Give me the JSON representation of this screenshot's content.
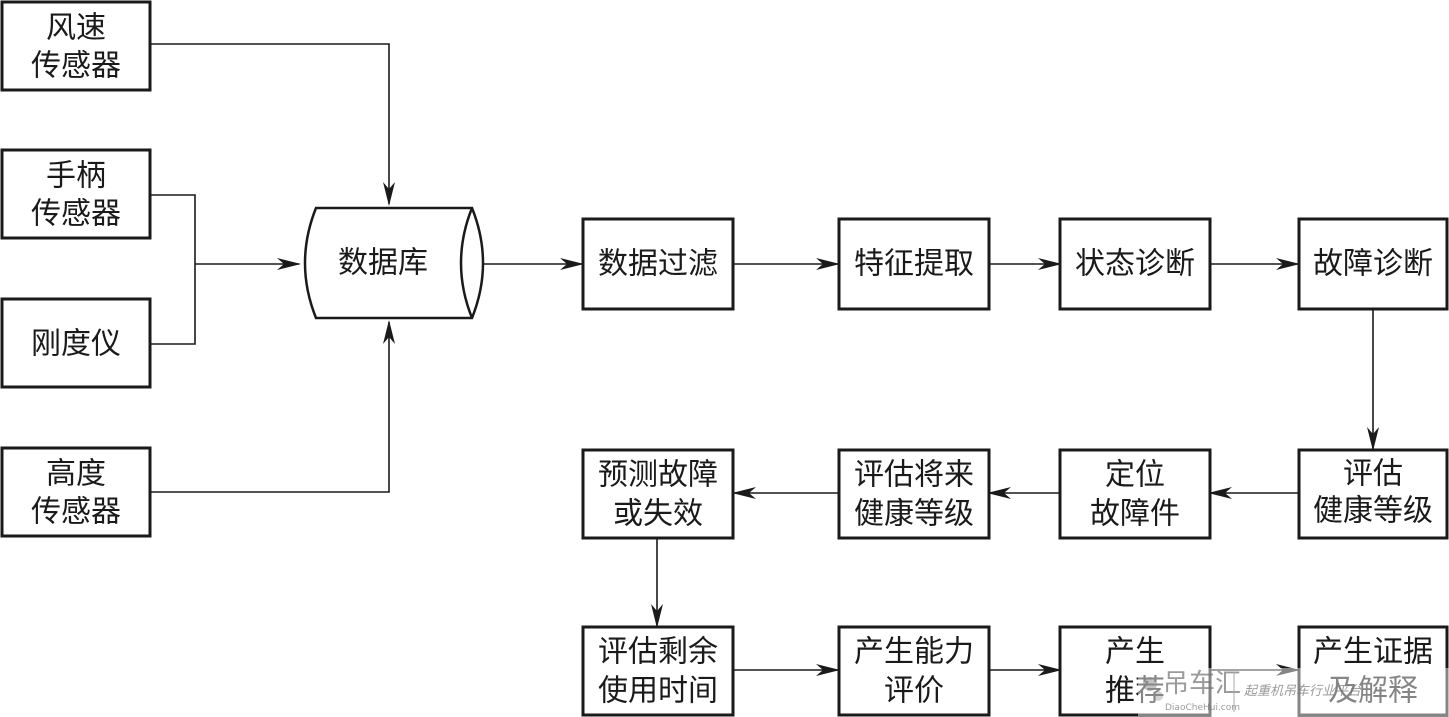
{
  "nodes": {
    "wind_sensor": {
      "lines": [
        "风速",
        "传感器"
      ]
    },
    "handle_sensor": {
      "lines": [
        "手柄",
        "传感器"
      ]
    },
    "stiffness_meter": {
      "lines": [
        "刚度仪"
      ]
    },
    "height_sensor": {
      "lines": [
        "高度",
        "传感器"
      ]
    },
    "database": {
      "lines": [
        "数据库"
      ]
    },
    "data_filter": {
      "lines": [
        "数据过滤"
      ]
    },
    "feature_extract": {
      "lines": [
        "特征提取"
      ]
    },
    "state_diag": {
      "lines": [
        "状态诊断"
      ]
    },
    "fault_diag": {
      "lines": [
        "故障诊断"
      ]
    },
    "eval_health": {
      "lines": [
        "评估",
        "健康等级"
      ]
    },
    "locate_fault": {
      "lines": [
        "定位",
        "故障件"
      ]
    },
    "eval_future": {
      "lines": [
        "评估将来",
        "健康等级"
      ]
    },
    "predict_fault": {
      "lines": [
        "预测故障",
        "或失效"
      ]
    },
    "eval_rul": {
      "lines": [
        "评估剩余",
        "使用时间"
      ]
    },
    "capability_eval": {
      "lines": [
        "产生能力",
        "评价"
      ]
    },
    "recommend": {
      "lines": [
        "产生",
        "推荐"
      ]
    },
    "evidence": {
      "lines": [
        "产生证据",
        "及解释"
      ]
    }
  },
  "edges": [
    {
      "from": "wind_sensor",
      "to": "database"
    },
    {
      "from": "handle_sensor",
      "to": "database"
    },
    {
      "from": "stiffness_meter",
      "to": "database"
    },
    {
      "from": "height_sensor",
      "to": "database"
    },
    {
      "from": "database",
      "to": "data_filter"
    },
    {
      "from": "data_filter",
      "to": "feature_extract"
    },
    {
      "from": "feature_extract",
      "to": "state_diag"
    },
    {
      "from": "state_diag",
      "to": "fault_diag"
    },
    {
      "from": "fault_diag",
      "to": "eval_health"
    },
    {
      "from": "eval_health",
      "to": "locate_fault"
    },
    {
      "from": "locate_fault",
      "to": "eval_future"
    },
    {
      "from": "eval_future",
      "to": "predict_fault"
    },
    {
      "from": "predict_fault",
      "to": "eval_rul"
    },
    {
      "from": "eval_rul",
      "to": "capability_eval"
    },
    {
      "from": "capability_eval",
      "to": "recommend"
    },
    {
      "from": "recommend",
      "to": "evidence"
    }
  ],
  "watermark": {
    "brand": "吊车汇",
    "site": "DiaoCheHui.com",
    "slogan": "起重机吊车行业平台"
  }
}
